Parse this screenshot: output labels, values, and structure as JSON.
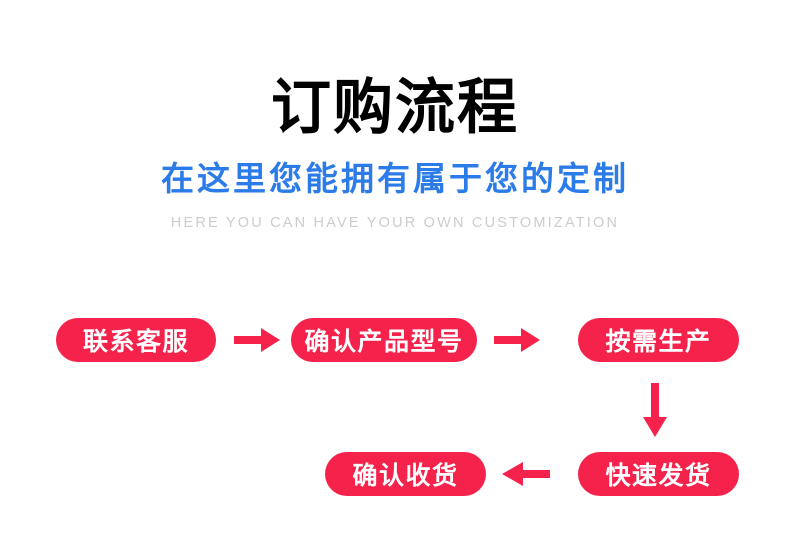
{
  "header": {
    "main_title": "订购流程",
    "sub_title": "在这里您能拥有属于您的定制",
    "eng_title": "HERE YOU CAN HAVE YOUR OWN CUSTOMIZATION"
  },
  "colors": {
    "accent_red": "#F5234C",
    "subtitle_blue": "#2B7BE8",
    "eng_gray": "#CCCCCC",
    "title_black": "#000000",
    "background": "#FFFFFF"
  },
  "flow": {
    "steps": [
      {
        "label": "联系客服",
        "order": 1
      },
      {
        "label": "确认产品型号",
        "order": 2
      },
      {
        "label": "按需生产",
        "order": 3
      },
      {
        "label": "快速发货",
        "order": 4
      },
      {
        "label": "确认收货",
        "order": 5
      }
    ],
    "connectors": [
      {
        "icon": "arrow-right-icon",
        "from": "联系客服",
        "to": "确认产品型号"
      },
      {
        "icon": "arrow-right-icon",
        "from": "确认产品型号",
        "to": "按需生产"
      },
      {
        "icon": "arrow-down-icon",
        "from": "按需生产",
        "to": "快速发货"
      },
      {
        "icon": "arrow-left-icon",
        "from": "快速发货",
        "to": "确认收货"
      }
    ]
  }
}
